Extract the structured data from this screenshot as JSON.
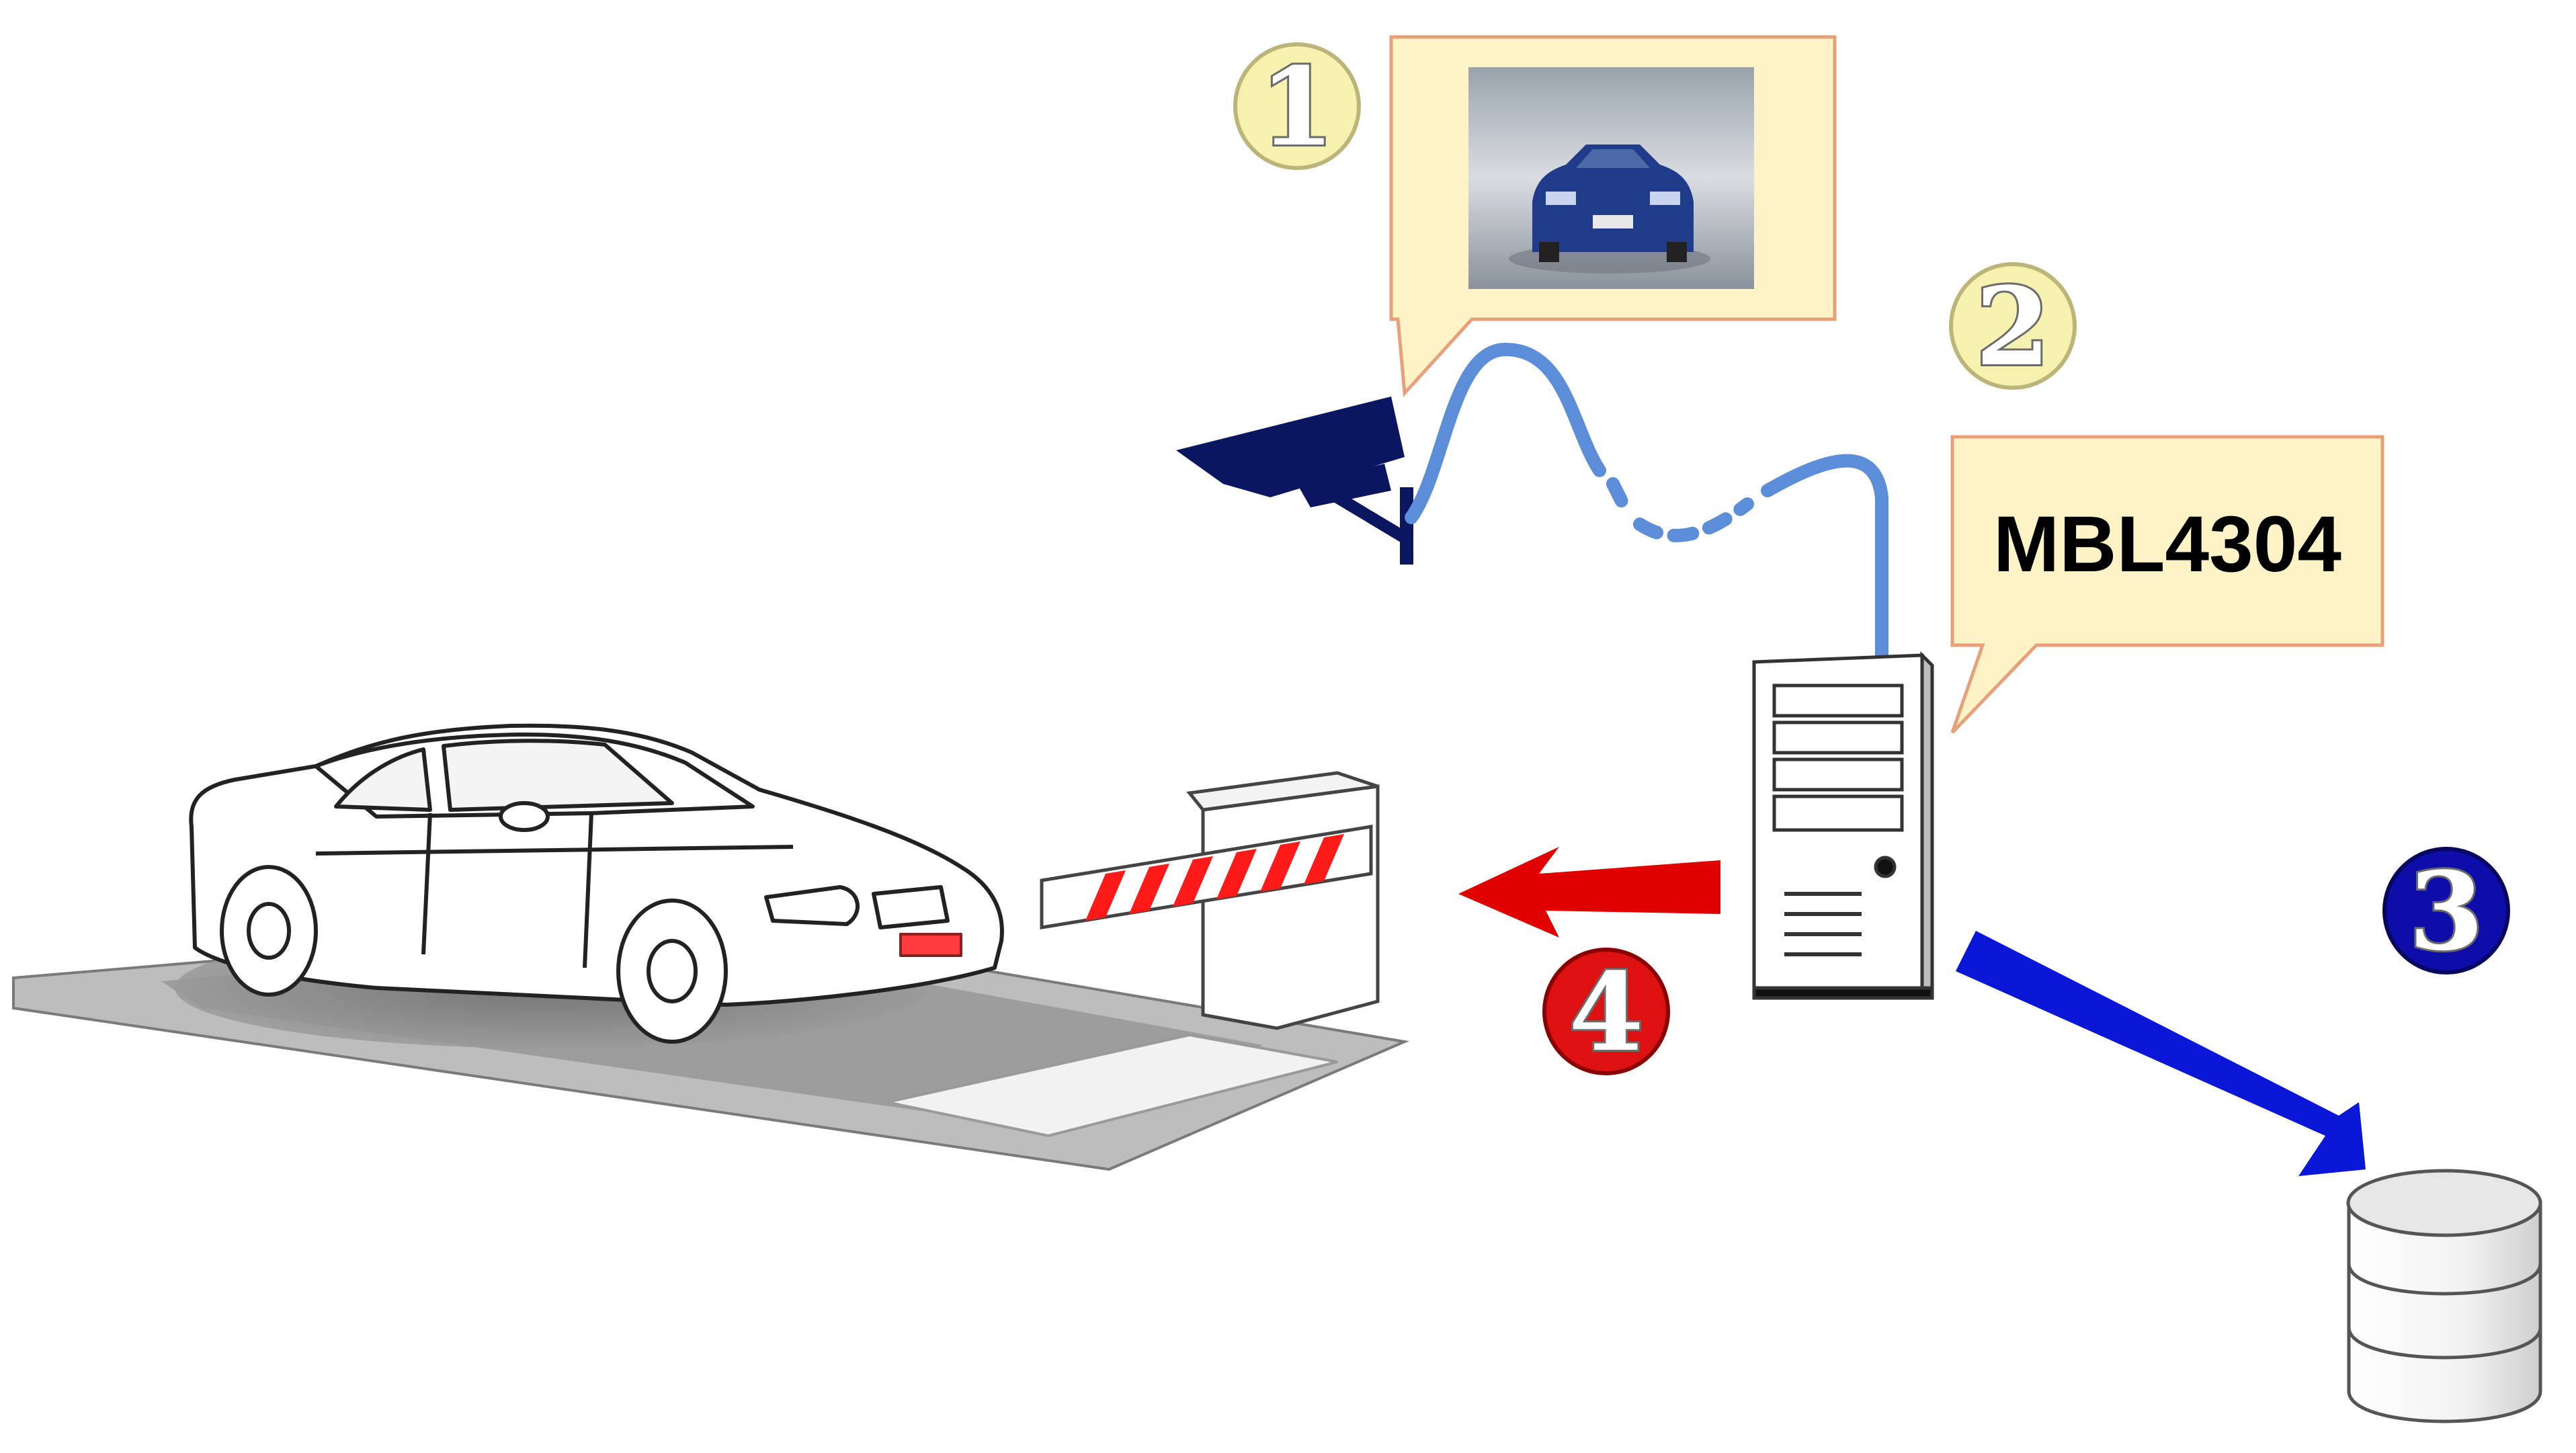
{
  "steps": [
    {
      "number": "1",
      "badge_fill": "#f7f1b0",
      "text_fill": "#ffffff",
      "outline": "#6b6b6b"
    },
    {
      "number": "2",
      "badge_fill": "#f7f1b0",
      "text_fill": "#ffffff",
      "outline": "#6b6b6b"
    },
    {
      "number": "3",
      "badge_fill": "#0d0daa",
      "text_fill": "#ffffff",
      "outline": "#6b6b6b"
    },
    {
      "number": "4",
      "badge_fill": "#dd1111",
      "text_fill": "#ffffff",
      "outline": "#6b6b6b"
    }
  ],
  "plate_callout": {
    "text": "MBL4304"
  },
  "colors": {
    "callout_fill": "#fdf3c7",
    "callout_border": "#e8a07a",
    "camera": "#0b1660",
    "cable": "#5b8dd9",
    "barrier_red": "#ff1a1a",
    "arrow_red": "#e00000",
    "arrow_blue": "#0b17d6",
    "ground": "#bdbdbd",
    "ground_dark": "#8c8c8c"
  },
  "icons": {
    "camera": "surveillance-camera-icon",
    "server": "server-tower-icon",
    "database": "database-icon",
    "car": "car-icon",
    "barrier": "barrier-gate-icon"
  }
}
